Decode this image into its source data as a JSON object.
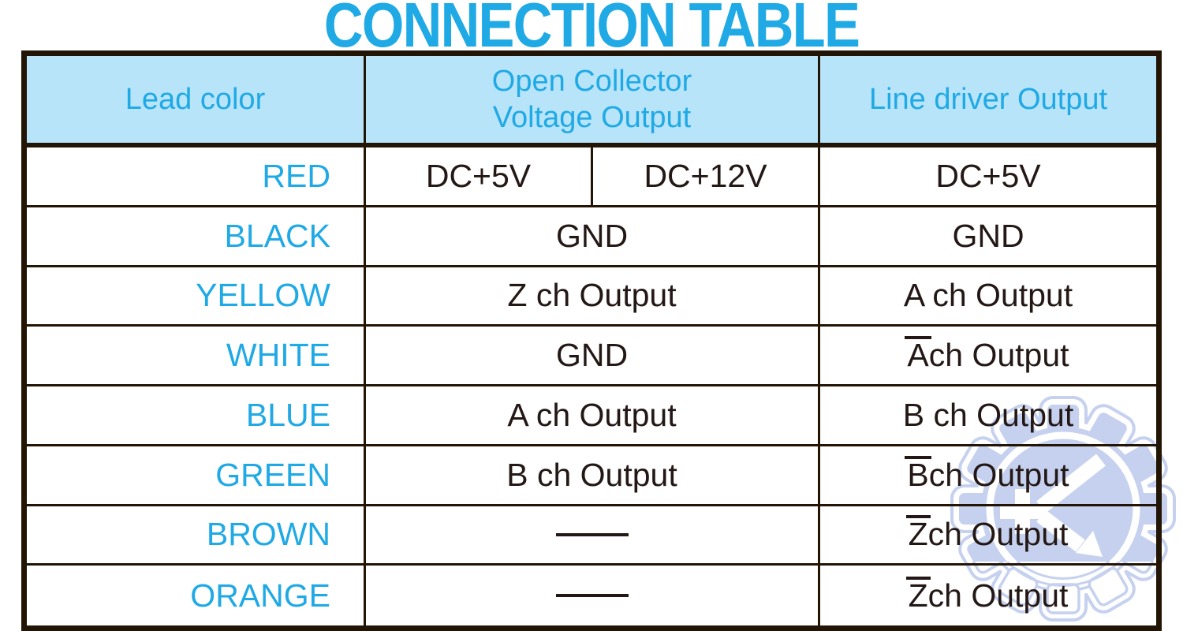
{
  "title": "CONNECTION TABLE",
  "colors": {
    "accent_cyan": "#1FA9E5",
    "header_background": "#B8E4FA",
    "border_dark": "#231505",
    "text_dark": "#231815",
    "watermark_blue": "#C5D1EE"
  },
  "table": {
    "headers": {
      "lead_color": "Lead color",
      "open_collector_line1": "Open Collector",
      "open_collector_line2": "Voltage Output",
      "line_driver": "Line driver Output"
    },
    "rows": [
      {
        "lead": "RED",
        "oc_left": "DC+5V",
        "oc_right": "DC+12V",
        "ld_over": "",
        "ld_text": "DC+5V"
      },
      {
        "lead": "BLACK",
        "oc": "GND",
        "ld_over": "",
        "ld_text": "GND"
      },
      {
        "lead": "YELLOW",
        "oc": "Z ch Output",
        "ld_over": "",
        "ld_text": "A ch Output"
      },
      {
        "lead": "WHITE",
        "oc": "GND",
        "ld_over": "A",
        "ld_text": " ch Output"
      },
      {
        "lead": "BLUE",
        "oc": "A ch Output",
        "ld_over": "",
        "ld_text": "B ch Output"
      },
      {
        "lead": "GREEN",
        "oc": "B ch Output",
        "ld_over": "B",
        "ld_text": " ch Output"
      },
      {
        "lead": "BROWN",
        "oc": "—",
        "ld_over": "Z",
        "ld_text": " ch Output"
      },
      {
        "lead": "ORANGE",
        "oc": "—",
        "ld_over": "Z",
        "ld_text": " ch Output"
      }
    ]
  },
  "watermark": {
    "icon": "gear-k-arrow-logo"
  }
}
